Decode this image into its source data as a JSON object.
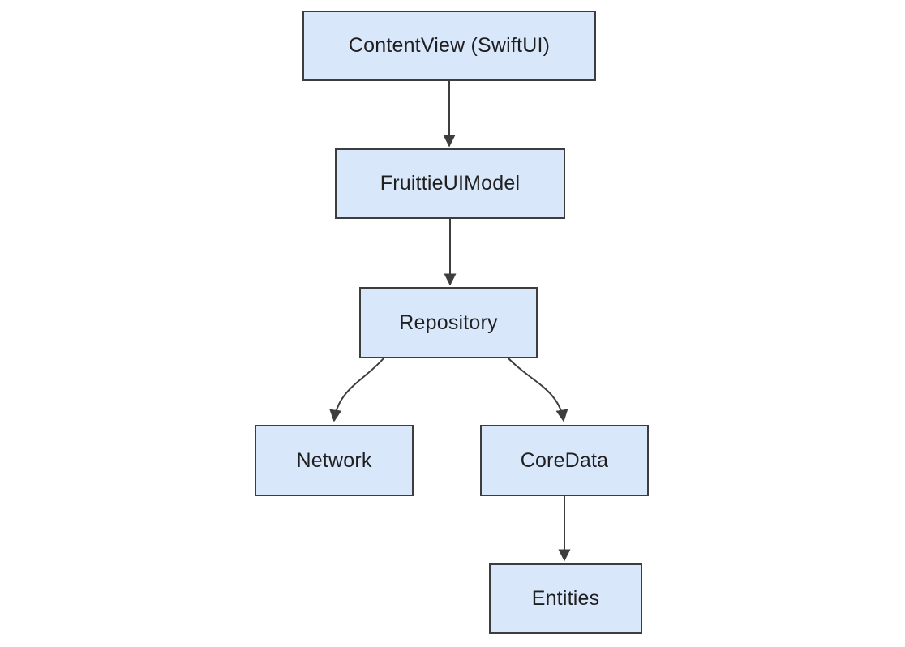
{
  "diagram": {
    "type": "flowchart",
    "direction": "top-down",
    "background_color": "#ffffff",
    "node_style": {
      "fill_color": "#d9e7fb",
      "border_color": "#3d3d3d",
      "text_color": "#1f1f1f"
    },
    "edge_style": {
      "line_color": "#3d3d3d",
      "arrowhead": "filled-triangle"
    },
    "nodes": [
      {
        "id": "contentview",
        "label": "ContentView (SwiftUI)"
      },
      {
        "id": "fruittieuimodel",
        "label": "FruittieUIModel"
      },
      {
        "id": "repository",
        "label": "Repository"
      },
      {
        "id": "network",
        "label": "Network"
      },
      {
        "id": "coredata",
        "label": "CoreData"
      },
      {
        "id": "entities",
        "label": "Entities"
      }
    ],
    "edges": [
      {
        "from": "ContentView (SwiftUI)",
        "to": "FruittieUIModel"
      },
      {
        "from": "FruittieUIModel",
        "to": "Repository"
      },
      {
        "from": "Repository",
        "to": "Network"
      },
      {
        "from": "Repository",
        "to": "CoreData"
      },
      {
        "from": "CoreData",
        "to": "Entities"
      }
    ]
  }
}
